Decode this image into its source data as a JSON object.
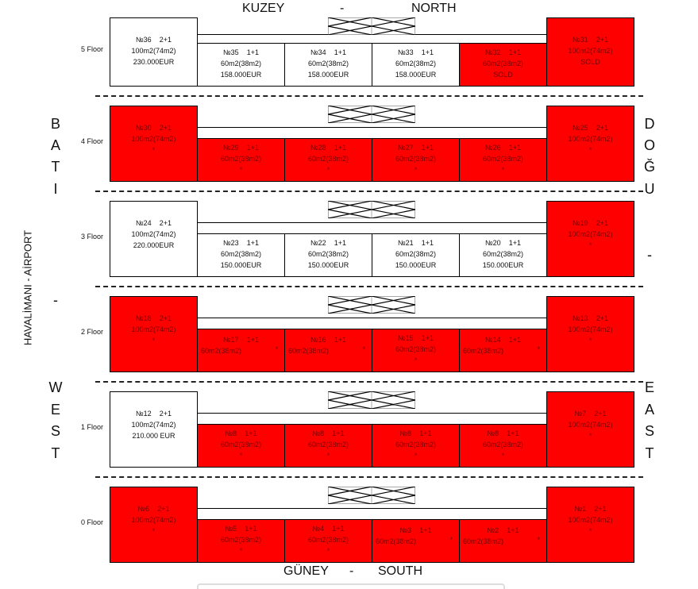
{
  "compass": {
    "north_tr": "KUZEY",
    "north_en": "NORTH",
    "south_tr": "GÜNEY",
    "south_en": "SOUTH",
    "separator": "-",
    "west_tr": [
      "B",
      "A",
      "T",
      "I"
    ],
    "west_en": [
      "W",
      "E",
      "S",
      "T"
    ],
    "east_tr": [
      "D",
      "O",
      "Ğ",
      "U"
    ],
    "east_en": [
      "E",
      "A",
      "S",
      "T"
    ],
    "side_label": "HAVALİMANI   -   AİRPORT"
  },
  "colors": {
    "sold": "#ff0000",
    "available": "#ffffff",
    "sold_text": "#7a0000"
  },
  "floors": [
    {
      "label": "5 Floor",
      "left": {
        "no": "№36",
        "type": "2+1",
        "area": "100m2(74m2)",
        "note": "230.000EUR",
        "sold": false
      },
      "middle": [
        {
          "no": "№35",
          "type": "1+1",
          "area": "60m2(38m2)",
          "note": "158.000EUR",
          "sold": false
        },
        {
          "no": "№34",
          "type": "1+1",
          "area": "60m2(38m2)",
          "note": "158.000EUR",
          "sold": false
        },
        {
          "no": "№33",
          "type": "1+1",
          "area": "60m2(38m2)",
          "note": "158.000EUR",
          "sold": false
        },
        {
          "no": "№32",
          "type": "1+1",
          "area": "60m2(38m2)",
          "note": "SOLD",
          "sold": true
        }
      ],
      "right": {
        "no": "№31",
        "type": "2+1",
        "area": "100m2(74m2)",
        "note": "SOLD",
        "sold": true
      }
    },
    {
      "label": "4 Floor",
      "left": {
        "no": "№30",
        "type": "2+1",
        "area": "100m2(74m2)",
        "note": "*",
        "sold": true
      },
      "middle": [
        {
          "no": "№29",
          "type": "1+1",
          "area": "60m2(38m2)",
          "note": "*",
          "sold": true
        },
        {
          "no": "№28",
          "type": "1+1",
          "area": "60m2(38m2)",
          "note": "*",
          "sold": true
        },
        {
          "no": "№27",
          "type": "1+1",
          "area": "60m2(38m2)",
          "note": "*",
          "sold": true
        },
        {
          "no": "№26",
          "type": "1+1",
          "area": "60m2(38m2)",
          "note": "*",
          "sold": true
        }
      ],
      "right": {
        "no": "№25",
        "type": "2+1",
        "area": "100m2(74m2)",
        "note": "*",
        "sold": true
      }
    },
    {
      "label": "3 Floor",
      "left": {
        "no": "№24",
        "type": "2+1",
        "area": "100m2(74m2)",
        "note": "220.000EUR",
        "sold": false
      },
      "middle": [
        {
          "no": "№23",
          "type": "1+1",
          "area": "60m2(38m2)",
          "note": "150.000EUR",
          "sold": false
        },
        {
          "no": "№22",
          "type": "1+1",
          "area": "60m2(38m2)",
          "note": "150.000EUR",
          "sold": false
        },
        {
          "no": "№21",
          "type": "1+1",
          "area": "60m2(38m2)",
          "note": "150.000EUR",
          "sold": false
        },
        {
          "no": "№20",
          "type": "1+1",
          "area": "60m2(38m2)",
          "note": "150.000EUR",
          "sold": false
        }
      ],
      "right": {
        "no": "№19",
        "type": "2+1",
        "area": "100m2(74m2)",
        "note": "*",
        "sold": true
      }
    },
    {
      "label": "2 Floor",
      "left": {
        "no": "№18",
        "type": "2+1",
        "area": "100m2(74m2)",
        "note": "*",
        "sold": true
      },
      "middle": [
        {
          "no": "№17",
          "type": "1+1",
          "area": "60m2(38m2)",
          "note": "*",
          "sold": true,
          "star_inline": true
        },
        {
          "no": "№16",
          "type": "1+1",
          "area": "60m2(38m2)",
          "note": "*",
          "sold": true,
          "star_inline": true
        },
        {
          "no": "№15",
          "type": "1+1",
          "area": "60m2(38m2)",
          "note": "*",
          "sold": true
        },
        {
          "no": "№14",
          "type": "1+1",
          "area": "60m2(38m2)",
          "note": "*",
          "sold": true,
          "star_inline": true
        }
      ],
      "right": {
        "no": "№13",
        "type": "2+1",
        "area": "100m2(74m2)",
        "note": "*",
        "sold": true
      }
    },
    {
      "label": "1 Floor",
      "left": {
        "no": "№12",
        "type": "2+1",
        "area": "100m2(74m2)",
        "note": "210.000 EUR",
        "sold": false
      },
      "middle": [
        {
          "no": "№8",
          "type": "1+1",
          "area": "60m2(38m2)",
          "note": "*",
          "sold": true
        },
        {
          "no": "№8",
          "type": "1+1",
          "area": "60m2(38m2)",
          "note": "*",
          "sold": true
        },
        {
          "no": "№8",
          "type": "1+1",
          "area": "60m2(38m2)",
          "note": "*",
          "sold": true
        },
        {
          "no": "№8",
          "type": "1+1",
          "area": "60m2(38m2)",
          "note": "*",
          "sold": true
        }
      ],
      "right": {
        "no": "№7",
        "type": "2+1",
        "area": "100m2(74m2)",
        "note": "*",
        "sold": true
      }
    },
    {
      "label": "0 Floor",
      "left": {
        "no": "№6",
        "type": "2+1",
        "area": "100m2(74m2)",
        "note": "*",
        "sold": true
      },
      "middle": [
        {
          "no": "№5",
          "type": "1+1",
          "area": "60m2(38m2)",
          "note": "*",
          "sold": true
        },
        {
          "no": "№4",
          "type": "1+1",
          "area": "60m2(38m2)",
          "note": "*",
          "sold": true
        },
        {
          "no": "№3",
          "type": "1+1",
          "area": "60m2(38m2)",
          "note": "*",
          "sold": true,
          "star_inline": true
        },
        {
          "no": "№2",
          "type": "1+1",
          "area": "60m2(38m2)",
          "note": "*",
          "sold": true,
          "star_inline": true
        }
      ],
      "right": {
        "no": "№1",
        "type": "2+1",
        "area": "100m2(74m2)",
        "note": "*",
        "sold": true
      }
    }
  ]
}
